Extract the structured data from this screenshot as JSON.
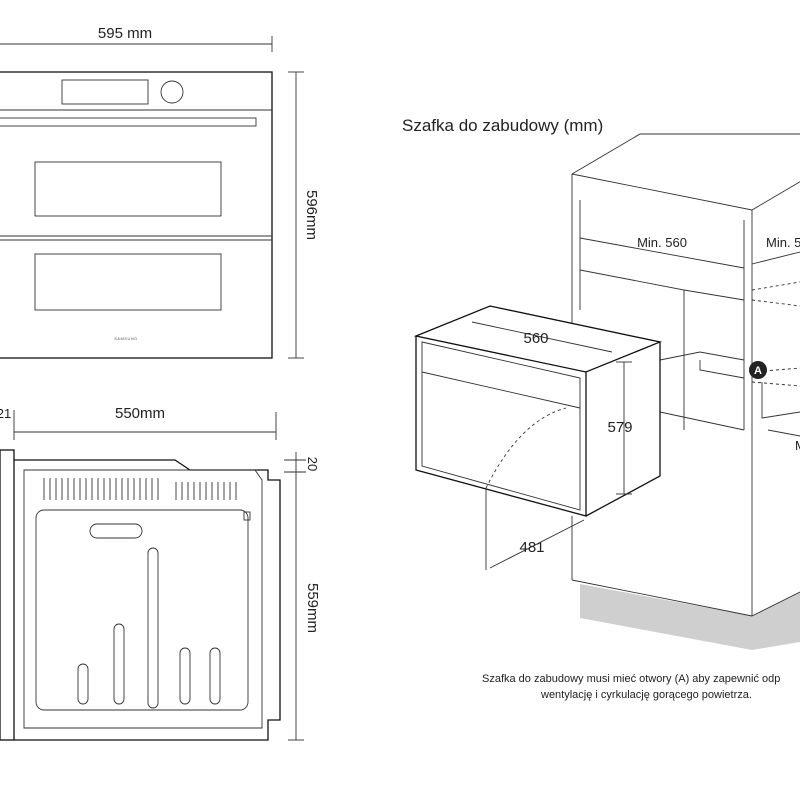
{
  "front_view": {
    "width_label": "595 mm",
    "height_label": "596mm",
    "brand_label": "SAMSUNG"
  },
  "side_view": {
    "offset_label": "21",
    "depth_label": "550mm",
    "top_label": "20",
    "height_label": "559mm"
  },
  "cabinet": {
    "title": "Szafka do zabudowy (mm)",
    "min_width_label": "Min. 560",
    "min_right_label": "Min. 5",
    "opening_marker": "A",
    "lower_min_label": "M",
    "oven_width_label": "560",
    "oven_height_label": "579",
    "door_depth_label": "481",
    "note_line1": "Szafka do zabudowy musi mieć otwory (A) aby zapewnić odp",
    "note_line2": "wentylację i cyrkulację gorącego powietrza."
  }
}
